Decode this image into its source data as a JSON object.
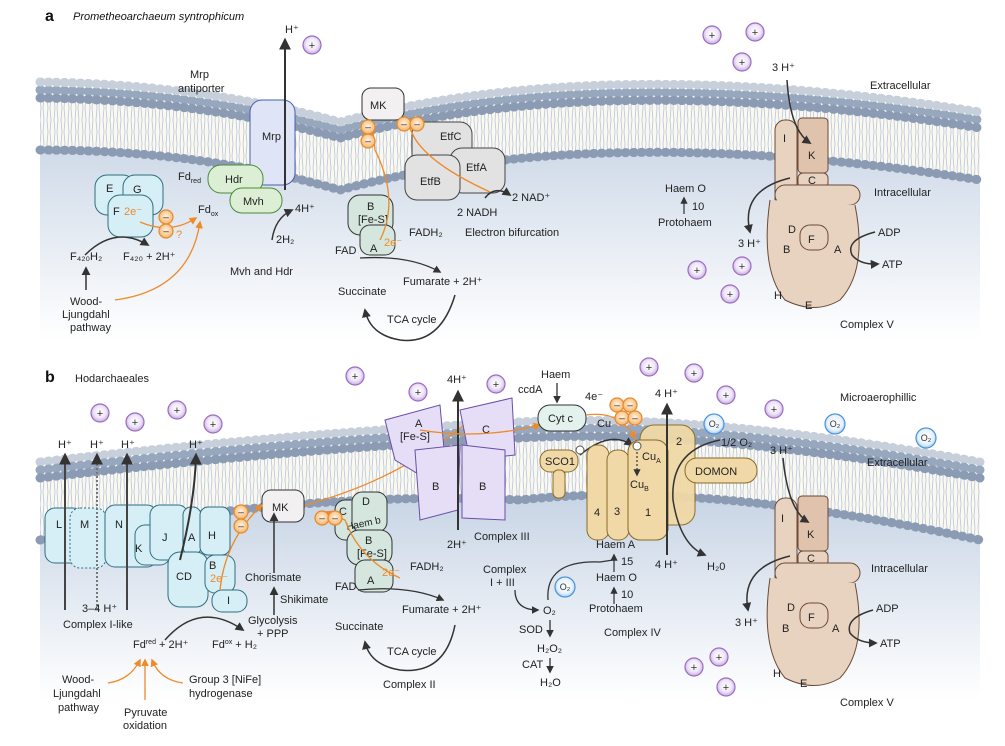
{
  "colors": {
    "background": "#ffffff",
    "cytoplasm": "#c9d6e6",
    "lipid_head_dark": "#8a9bb3",
    "lipid_head_light": "#dde3ea",
    "lipid_tail": "#b8c8e0",
    "proton": "#b58fd0",
    "electron": "#f7b46b",
    "electron_arrow": "#ee8a2a",
    "oxygen": "#5da8e8",
    "complex_I_like": "#d6eef5",
    "hdr_mvh": "#dcefd4",
    "mrp": "#dfe4f7",
    "etf": "#e2e2e2",
    "mk": "#f2f0f0",
    "complex_II": "#d4e6de",
    "complex_III": "#e6def7",
    "complex_IV": "#f0d9a6",
    "complex_V": "#e8d2c0",
    "cytc": "#e4f2ee"
  },
  "panel_a": {
    "letter": "a",
    "title": "Prometheoarchaeum syntrophicum",
    "labels": {
      "mrp_title_1": "Mrp",
      "mrp_title_2": "antiporter",
      "h_plus_mrp": "H⁺",
      "mrp": "Mrp",
      "hdr": "Hdr",
      "mvh": "Mvh",
      "fd_red": "Fd",
      "fd_red_sub": "red",
      "fd_ox": "Fd",
      "fd_ox_sub": "ox",
      "four_h": "4H⁺",
      "two_h2": "2H₂",
      "mvh_and_hdr": "Mvh and Hdr",
      "E": "E",
      "G": "G",
      "F": "F",
      "two_e": "2e⁻",
      "question": "?",
      "f420h2": "F₄₂₀H₂",
      "f420_2h": "F₄₂₀ + 2H⁺",
      "wl_1": "Wood-",
      "wl_2": "Ljungdahl",
      "wl_3": "pathway",
      "mk": "MK",
      "etfc": "EtfC",
      "etfa": "EtfA",
      "etfb": "EtfB",
      "nad": "2 NAD⁺",
      "nadh": "2 NADH",
      "bifurcation": "Electron bifurcation",
      "sdh_b": "B",
      "sdh_fes": "[Fe-S]",
      "sdh_a": "A",
      "sdh_2e": "2e⁻",
      "fad": "FAD",
      "fadh2": "FADH₂",
      "succinate": "Succinate",
      "fumarate": "Fumarate + 2H⁺",
      "tca": "TCA cycle",
      "haem_o": "Haem O",
      "ten": "10",
      "protohaem": "Protohaem",
      "three_h_top": "3 H⁺",
      "three_h_bottom": "3 H⁺",
      "extracellular": "Extracellular",
      "intracellular": "Intracellular",
      "adp": "ADP",
      "atp": "ATP",
      "complex_v": "Complex V",
      "atp_I": "I",
      "atp_K": "K",
      "atp_C": "C",
      "atp_D": "D",
      "atp_F": "F",
      "atp_B": "B",
      "atp_A": "A",
      "atp_H": "H",
      "atp_E": "E"
    }
  },
  "panel_b": {
    "letter": "b",
    "title": "Hodarchaeales",
    "labels": {
      "h1": "H⁺",
      "h2": "H⁺",
      "h3": "H⁺",
      "h4": "H⁺",
      "L": "L",
      "M": "M",
      "N": "N",
      "K": "K",
      "J": "J",
      "A": "A",
      "H": "H",
      "CD": "CD",
      "B": "B",
      "I": "I",
      "two_e_ci": "2e⁻",
      "three_four_h": "3–4 H⁺",
      "complex_i_like": "Complex I-like",
      "fd_red": "Fd",
      "fd_red_sup": "red",
      "fd_red_rest": " + 2H⁺",
      "fd_ox": "Fd",
      "fd_ox_sup": "ox",
      "fd_ox_rest": " + H₂",
      "wl_1": "Wood-",
      "wl_2": "Ljungdahl",
      "wl_3": "pathway",
      "pyr_1": "Pyruvate",
      "pyr_2": "oxidation",
      "nife_1": "Group 3 [NiFe]",
      "nife_2": "hydrogenase",
      "mk": "MK",
      "chorismate": "Chorismate",
      "shikimate": "Shikimate",
      "glycolysis_1": "Glycolysis",
      "glycolysis_2": "+ PPP",
      "c2_C": "C",
      "c2_D": "D",
      "haem_b": "Haem b",
      "c2_B": "B",
      "c2_fes": "[Fe-S]",
      "c2_A": "A",
      "c2_2e": "2e⁻",
      "fad": "FAD",
      "fadh2": "FADH₂",
      "succinate": "Succinate",
      "fumarate": "Fumarate + 2H⁺",
      "tca": "TCA cycle",
      "complex_ii": "Complex II",
      "four_h_c3": "4H⁺",
      "c3_A": "A",
      "c3_fes": "[Fe-S]",
      "c3_C": "C",
      "c3_B1": "B",
      "c3_B2": "B",
      "two_h_c3": "2H⁺",
      "complex_iii": "Complex III",
      "haem": "Haem",
      "ccda": "ccdA",
      "four_e": "4e⁻",
      "cytc": "Cyt c",
      "cu": "Cu",
      "sco1": "SCO1",
      "cua": "Cu",
      "cua_sub": "A",
      "cub": "Cu",
      "cub_sub": "B",
      "c4_1": "1",
      "c4_2": "2",
      "c4_3": "3",
      "c4_4": "4",
      "four_h_top": "4 H⁺",
      "four_h_bottom": "4 H⁺",
      "h2o_c4": "H₂0",
      "domon": "DOMON",
      "half_o2": "1/2 O₂",
      "haem_a": "Haem A",
      "fifteen": "15",
      "haem_o": "Haem O",
      "ten": "10",
      "protohaem": "Protohaem",
      "complex_iv": "Complex IV",
      "complex_1_3_a": "Complex",
      "complex_1_3_b": "I + III",
      "o2_ros": "O₂",
      "sod": "SOD",
      "h2o2": "H₂O₂",
      "cat": "CAT",
      "h2o": "H₂O",
      "microaerophillic": "Microaerophillic",
      "o2_bubble": "O₂",
      "extracellular": "Extracellular",
      "intracellular": "Intracellular",
      "three_h_top": "3 H⁺",
      "three_h_bottom": "3 H⁺",
      "adp": "ADP",
      "atp": "ATP",
      "complex_v": "Complex V",
      "atp_I": "I",
      "atp_K": "K",
      "atp_C": "C",
      "atp_D": "D",
      "atp_F": "F",
      "atp_B": "B",
      "atp_A": "A",
      "atp_H": "H",
      "atp_E": "E"
    }
  },
  "symbols": {
    "proton": "+",
    "electron": "–"
  }
}
